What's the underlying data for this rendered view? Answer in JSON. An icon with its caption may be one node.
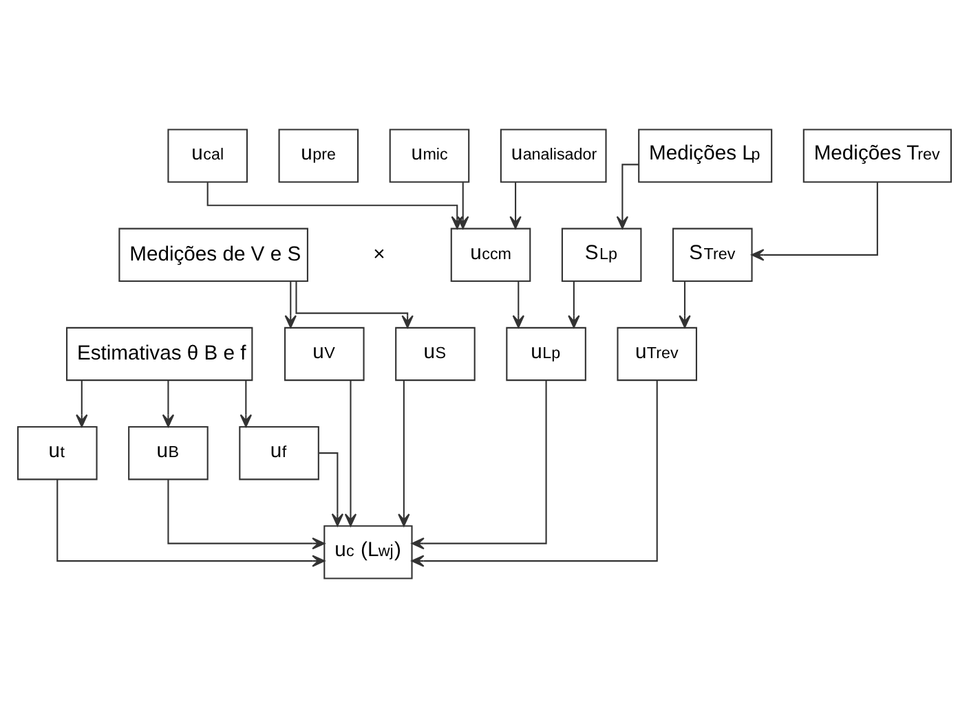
{
  "diagram": {
    "nodes": [
      {
        "text": [
          "u$_{cal}$"
        ]
      },
      {
        "text": [
          "u$_{pre}$"
        ]
      },
      {
        "text": [
          "u$_{mic}$"
        ]
      },
      {
        "text": [
          "u$_{analisador}$"
        ]
      },
      {
        "text": [
          "Medições L$_{p}$"
        ]
      },
      {
        "text": [
          "Medições T$_{rev}$"
        ]
      },
      {
        "text": [
          "u$_{ccm}$"
        ]
      },
      {
        "text": [
          "S$_{Lp}$"
        ]
      },
      {
        "text": [
          "S$_{Trev}$"
        ]
      },
      {
        "text": [
          "Medições de V e S"
        ]
      },
      {
        "text": [
          "Estimativas θ B e f"
        ]
      },
      {
        "text": [
          "u$_{V}$"
        ]
      },
      {
        "text": [
          "u$_{S}$"
        ]
      },
      {
        "text": [
          "u$_{Lp}$"
        ]
      },
      {
        "text": [
          "u$_{Trev}$"
        ]
      },
      {
        "text": [
          "u$_{t}$"
        ]
      },
      {
        "text": [
          "u$_{B}$"
        ]
      },
      {
        "text": [
          "u$_{f}$"
        ]
      },
      {
        "text": [
          "u$_{c}$ (L$_{wj}$)"
        ]
      }
    ],
    "edges": [
      {
        "from": 0,
        "to": 6,
        "arrow": "to"
      },
      {
        "from": 2,
        "to": 6,
        "arrow": "to"
      },
      {
        "from": 3,
        "to": 6,
        "arrow": "to"
      },
      {
        "from": 4,
        "to": 7,
        "arrow": "to"
      },
      {
        "from": 5,
        "to": 8,
        "arrow": "to"
      },
      {
        "from": 8,
        "to": 14,
        "arrow": "to"
      },
      {
        "from": 6,
        "to": 13,
        "arrow": "to"
      },
      {
        "from": 7,
        "to": 13,
        "arrow": "to"
      },
      {
        "from": 9,
        "to": 11,
        "arrow": "to"
      },
      {
        "from": 9,
        "to": 12,
        "arrow": "to"
      },
      {
        "from": 10,
        "to": 15,
        "arrow": "to"
      },
      {
        "from": 10,
        "to": 16,
        "arrow": "to"
      },
      {
        "from": 10,
        "to": 17,
        "arrow": "to"
      },
      {
        "from": 15,
        "to": 18,
        "arrow": "to"
      },
      {
        "from": 16,
        "to": 18,
        "arrow": "to"
      },
      {
        "from": 17,
        "to": 18,
        "arrow": "to"
      },
      {
        "from": 11,
        "to": 18,
        "arrow": "to"
      },
      {
        "from": 12,
        "to": 18,
        "arrow": "to"
      },
      {
        "from": 13,
        "to": 18,
        "arrow": "to"
      },
      {
        "from": 14,
        "to": 18,
        "arrow": "to"
      }
    ],
    "labels": [
      "×"
    ]
  }
}
